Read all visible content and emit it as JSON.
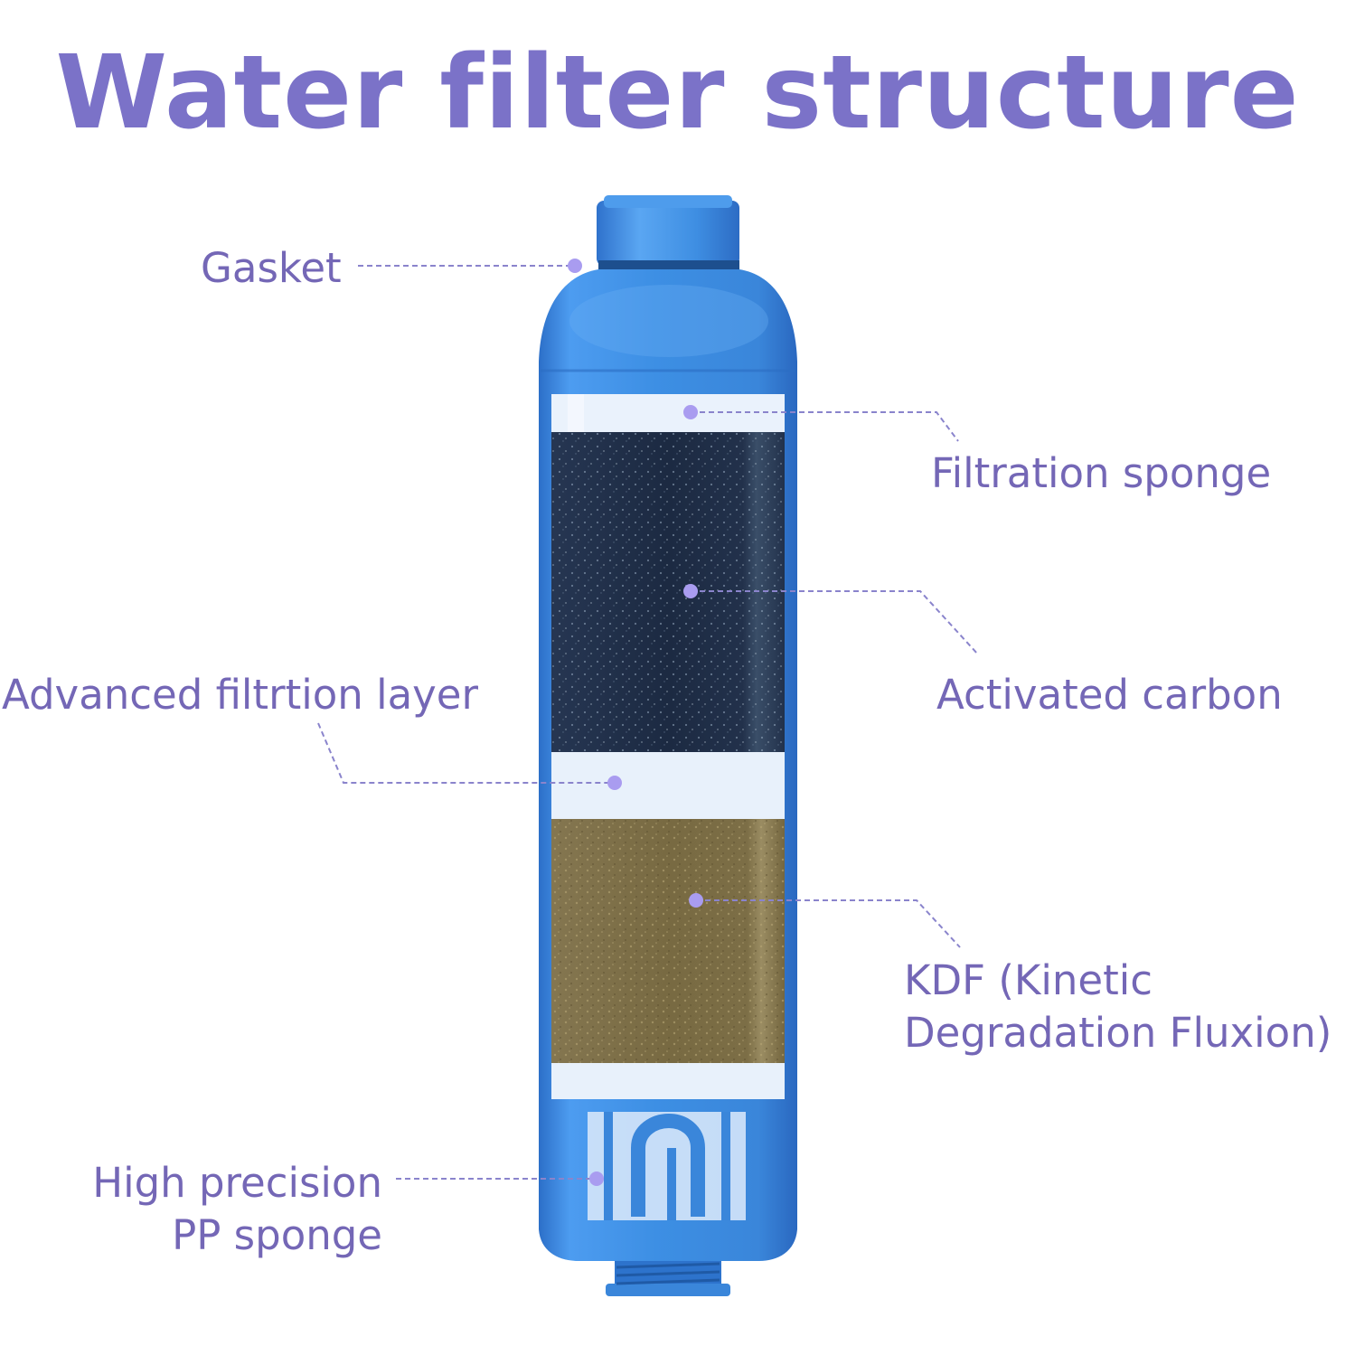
{
  "title": "Water filter structure",
  "labels": {
    "gasket": "Gasket",
    "filtration_sponge": "Filtration sponge",
    "activated_carbon": "Activated carbon",
    "advanced_layer": "Advanced filtrtion layer",
    "kdf_line1": "KDF (Kinetic",
    "kdf_line2": "Degradation Fluxion)",
    "pp_line1": "High precision",
    "pp_line2": "PP sponge"
  },
  "colors": {
    "title": "#7b72c8",
    "label_text": "#7467b6",
    "leader_line": "#8a84cc",
    "marker_dot": "#a99cf0",
    "housing_blue": "#3d8fe0",
    "carbon_dark": "#1d2c45",
    "kdf_gold": "#7f7147",
    "sponge_white": "#e8f1fb"
  }
}
